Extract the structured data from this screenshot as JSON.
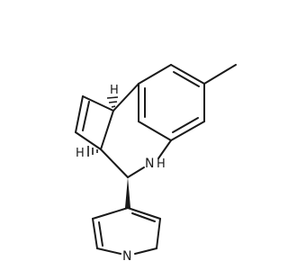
{
  "molecule": {
    "atoms": [
      {
        "element": "N",
        "text": "N",
        "h": "H"
      },
      {
        "element": "N",
        "text": "N"
      }
    ],
    "stereo_h": [
      {
        "text": "H"
      },
      {
        "text": "H"
      }
    ]
  },
  "colors": {
    "bond": "#1a1a1a",
    "background": "#ffffff"
  }
}
